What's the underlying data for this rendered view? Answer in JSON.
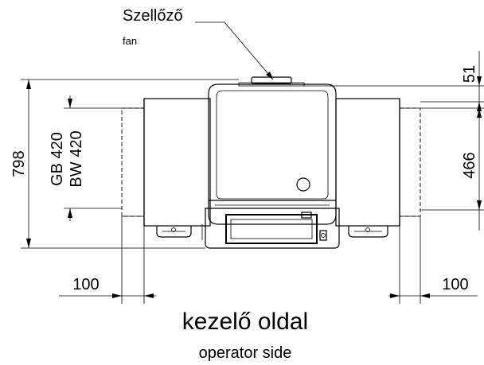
{
  "labels": {
    "fan_hu": "Szellőző",
    "fan_en": "fan",
    "dim_total_height": "798",
    "dim_gb": "GB 420",
    "dim_bw": "BW 420",
    "dim_top_offset": "51",
    "dim_conveyor_height": "466",
    "dim_left_overhang": "100",
    "dim_right_overhang": "100",
    "side_hu": "kezelő oldal",
    "side_en": "operator side"
  }
}
